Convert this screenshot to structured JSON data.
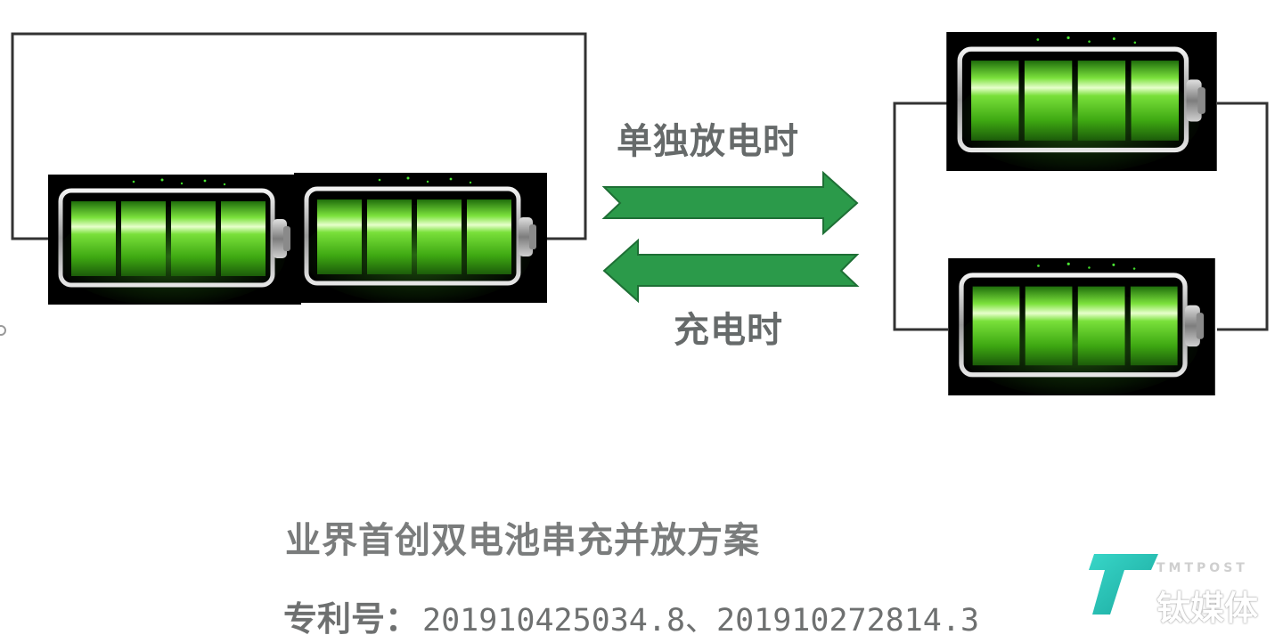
{
  "labels": {
    "discharge": "单独放电时",
    "charge": "充电时"
  },
  "caption": "业界首创双电池串充并放方案",
  "patent": {
    "label": "专利号：",
    "value": "201910425034.8、201910272814.3"
  },
  "watermark": {
    "small": "TMTPOST",
    "big": "钛媒体"
  },
  "icons": {
    "battery": "battery-icon",
    "arrow_right": "arrow-right-icon",
    "arrow_left": "arrow-left-icon",
    "logo": "tmtpost-logo"
  },
  "colors": {
    "battery_green": "#46c41f",
    "battery_frame": "#000000",
    "arrow_fill": "#2b9a4a",
    "text": "#666a6a",
    "wire": "#333333"
  },
  "battery_charge_level": 1.0
}
